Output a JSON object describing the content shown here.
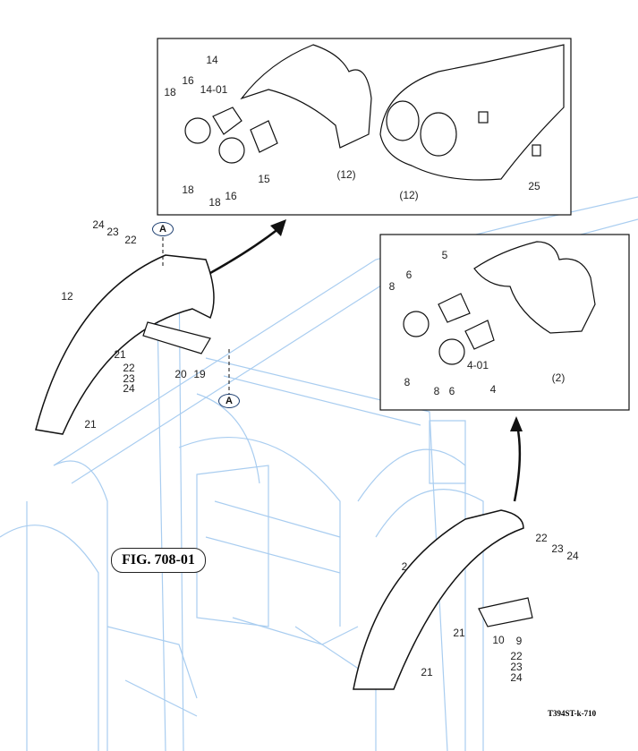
{
  "figure_ref": "FIG. 708-01",
  "drawing_code": "T394ST-k-710",
  "view_marker": "A",
  "inset_upper": {
    "labels": [
      "14",
      "14-01",
      "16",
      "18",
      "18",
      "18",
      "16",
      "15",
      "(12)",
      "(12)",
      "25"
    ]
  },
  "inset_lower": {
    "labels": [
      "5",
      "6",
      "8",
      "8",
      "8",
      "6",
      "4-01",
      "4",
      "(2)"
    ]
  },
  "main": {
    "labels_left": [
      "24",
      "23",
      "22",
      "12",
      "21",
      "22",
      "23",
      "24",
      "20",
      "19",
      "21"
    ],
    "labels_right": [
      "2",
      "22",
      "23",
      "24",
      "21",
      "10",
      "9",
      "21",
      "22",
      "23",
      "24"
    ]
  },
  "colors": {
    "frame_lines": "#a9cdf0",
    "parts": "#111111",
    "marker": "#1a3c6e"
  }
}
